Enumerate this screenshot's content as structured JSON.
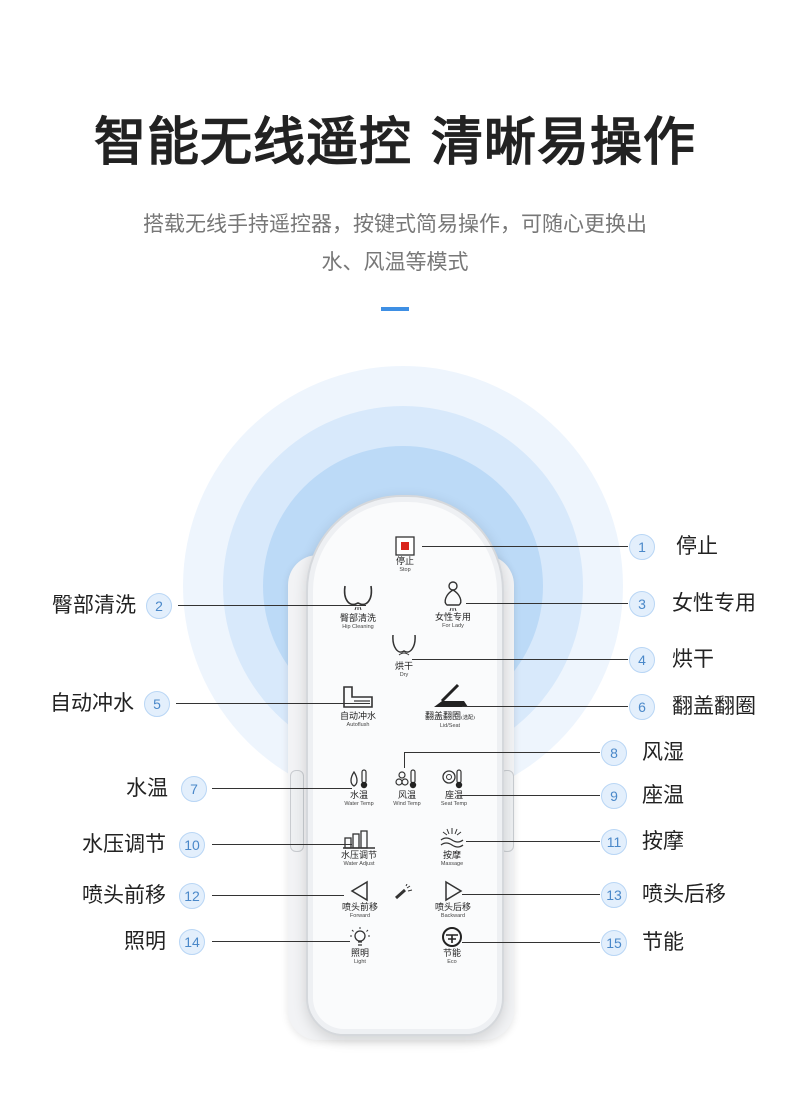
{
  "header": {
    "title": "智能无线遥控 清晰易操作",
    "subtitle_line1": "搭载无线手持遥控器，按键式简易操作，可随心更换出",
    "subtitle_line2": "水、风温等模式"
  },
  "colors": {
    "accent": "#3e8fe4",
    "stop_button": "#d9241c"
  },
  "remote_buttons": {
    "stop": {
      "cn": "停止",
      "en": "Stop",
      "icon": "stop-square-icon"
    },
    "hip": {
      "cn": "臀部清洗",
      "en": "Hip Cleaning",
      "icon": "hip-cleaning-icon"
    },
    "lady": {
      "cn": "女性专用",
      "en": "For Lady",
      "icon": "lady-wash-icon"
    },
    "dry": {
      "cn": "烘干",
      "en": "Dry",
      "icon": "dry-icon"
    },
    "autoflush": {
      "cn": "自动冲水",
      "en": "Autoflush",
      "icon": "autoflush-icon"
    },
    "lidseat": {
      "cn": "翻盖翻圈",
      "tag": "(选配)",
      "en": "Lid/Seat",
      "icon": "lid-seat-icon"
    },
    "water_temp": {
      "cn": "水温",
      "en": "Water Temp",
      "icon": "water-temp-icon"
    },
    "wind_temp": {
      "cn": "风温",
      "en": "Wind Temp",
      "icon": "wind-temp-icon"
    },
    "seat_temp": {
      "cn": "座温",
      "en": "Seat Temp",
      "icon": "seat-temp-icon"
    },
    "water_adjust": {
      "cn": "水压调节",
      "en": "Water Adjust",
      "icon": "water-pressure-icon"
    },
    "massage": {
      "cn": "按摩",
      "en": "Massage",
      "icon": "massage-icon"
    },
    "forward": {
      "cn": "喷头前移",
      "en": "Forward",
      "icon": "arrow-left-icon"
    },
    "backward": {
      "cn": "喷头后移",
      "en": "Backward",
      "icon": "arrow-right-icon"
    },
    "light": {
      "cn": "照明",
      "en": "Light",
      "icon": "light-bulb-icon"
    },
    "eco": {
      "cn": "节能",
      "en": "Eco",
      "icon": "eco-icon"
    }
  },
  "callouts": [
    {
      "num": "1",
      "label": "停止"
    },
    {
      "num": "2",
      "label": "臀部清洗"
    },
    {
      "num": "3",
      "label": "女性专用"
    },
    {
      "num": "4",
      "label": "烘干"
    },
    {
      "num": "5",
      "label": "自动冲水"
    },
    {
      "num": "6",
      "label": "翻盖翻圈"
    },
    {
      "num": "7",
      "label": "水温"
    },
    {
      "num": "8",
      "label": "风湿"
    },
    {
      "num": "9",
      "label": "座温"
    },
    {
      "num": "10",
      "label": "水压调节"
    },
    {
      "num": "11",
      "label": "按摩"
    },
    {
      "num": "12",
      "label": "喷头前移"
    },
    {
      "num": "13",
      "label": "喷头后移"
    },
    {
      "num": "14",
      "label": "照明"
    },
    {
      "num": "15",
      "label": "节能"
    }
  ]
}
